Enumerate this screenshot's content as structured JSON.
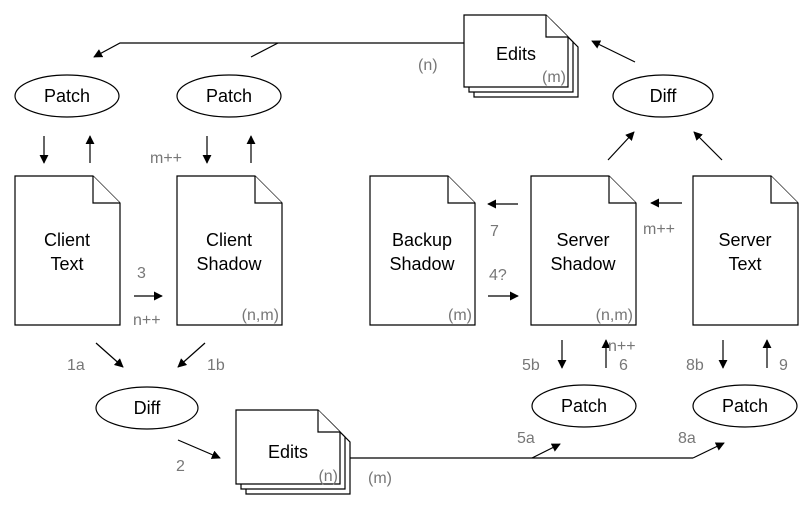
{
  "documents": {
    "client_text": {
      "line1": "Client",
      "line2": "Text"
    },
    "client_shadow": {
      "line1": "Client",
      "line2": "Shadow",
      "version": "(n,m)"
    },
    "backup_shadow": {
      "line1": "Backup",
      "line2": "Shadow",
      "version": "(m)"
    },
    "server_shadow": {
      "line1": "Server",
      "line2": "Shadow",
      "version": "(n,m)"
    },
    "server_text": {
      "line1": "Server",
      "line2": "Text"
    }
  },
  "edits": {
    "top": {
      "label": "Edits",
      "version": "(m)",
      "side_label": "(n)"
    },
    "bottom": {
      "label": "Edits",
      "version": "(n)",
      "side_label": "(m)"
    }
  },
  "ellipses": {
    "patch_client_text": "Patch",
    "patch_client_shadow": "Patch",
    "diff_top": "Diff",
    "diff_bottom": "Diff",
    "patch_server_shadow": "Patch",
    "patch_server_text": "Patch"
  },
  "labels": {
    "m_inc_client": "m++",
    "step3": "3",
    "n_inc_client": "n++",
    "step1a": "1a",
    "step1b": "1b",
    "step2": "2",
    "step7": "7",
    "step4q": "4?",
    "m_inc_server": "m++",
    "step5b": "5b",
    "n_inc_server": "n++",
    "step6": "6",
    "step8b": "8b",
    "step9": "9",
    "step5a": "5a",
    "step8a": "8a"
  }
}
